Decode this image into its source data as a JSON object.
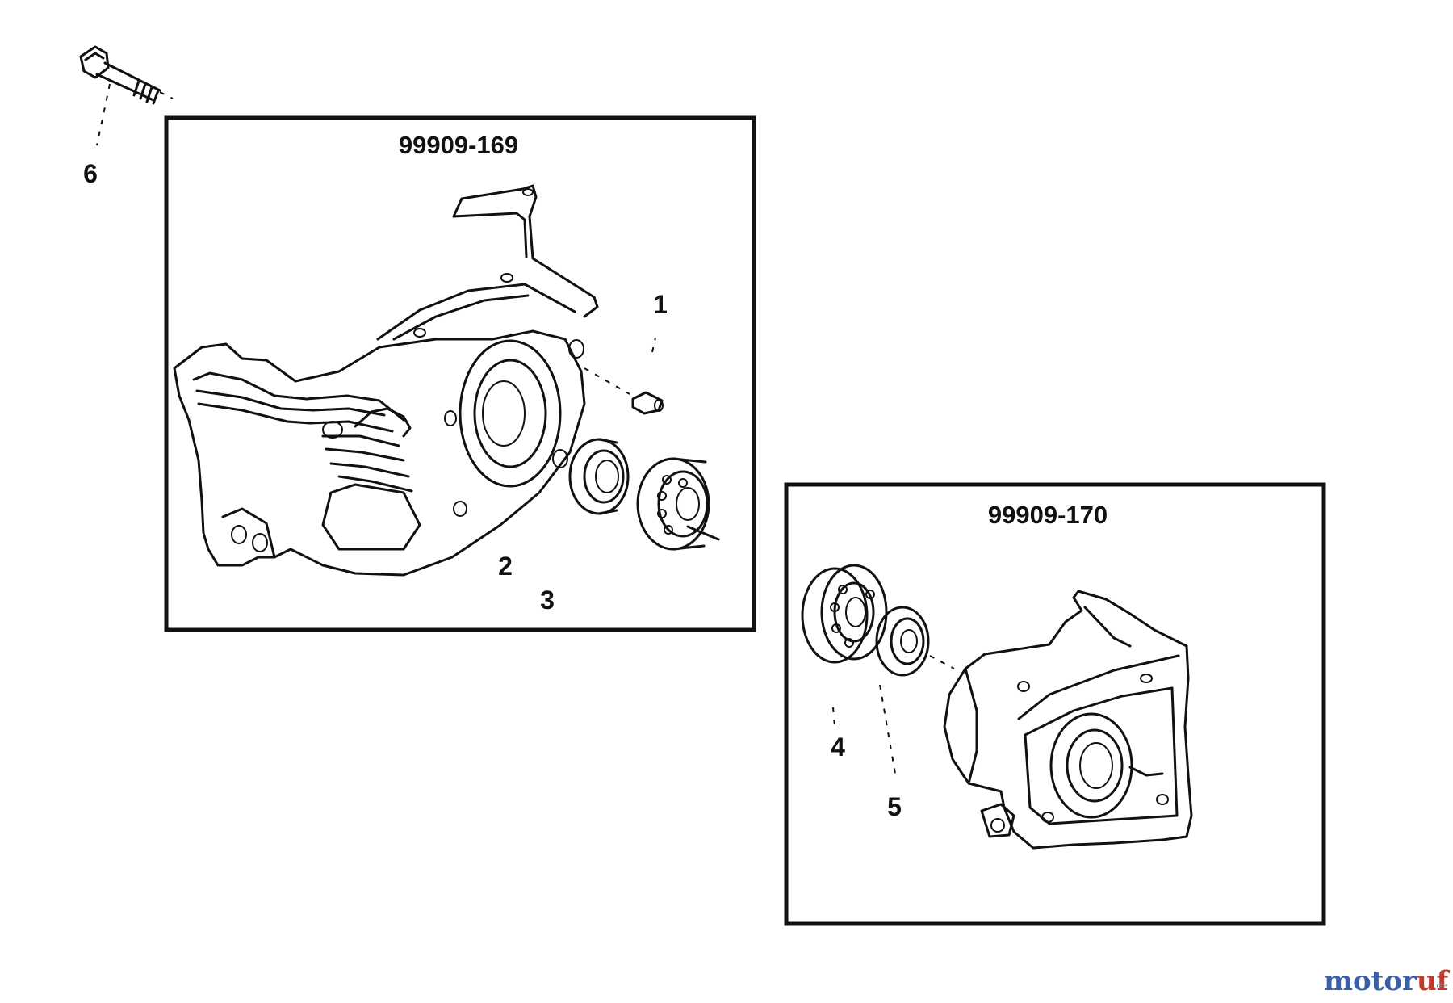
{
  "kits": [
    {
      "part_number": "99909-169"
    },
    {
      "part_number": "99909-170"
    }
  ],
  "callouts": [
    "1",
    "2",
    "3",
    "4",
    "5",
    "6"
  ],
  "watermark": {
    "main": "motoruf",
    "suffix": ".de"
  },
  "colors": {
    "line": "#111111",
    "background": "#ffffff",
    "watermark_blue": "#3a5fa8",
    "watermark_red": "#c0392b"
  }
}
